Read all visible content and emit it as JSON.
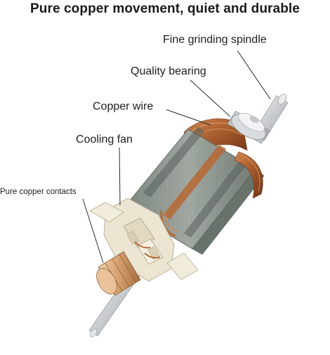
{
  "header": {
    "title": "Pure copper movement, quiet and durable"
  },
  "callouts": {
    "spindle": "Fine grinding spindle",
    "bearing": "Quality bearing",
    "copper_wire": "Copper wire",
    "cooling_fan": "Cooling fan",
    "contacts": "Pure copper contacts"
  },
  "colors": {
    "copper": "#b8683a",
    "copper_dark": "#7a3a16",
    "laminations": "#8e9690",
    "plastic": "#ece5d2",
    "shaft": "#d6d8da",
    "commutator": "#d9a97c",
    "leader_line": "#2a2a2a"
  }
}
